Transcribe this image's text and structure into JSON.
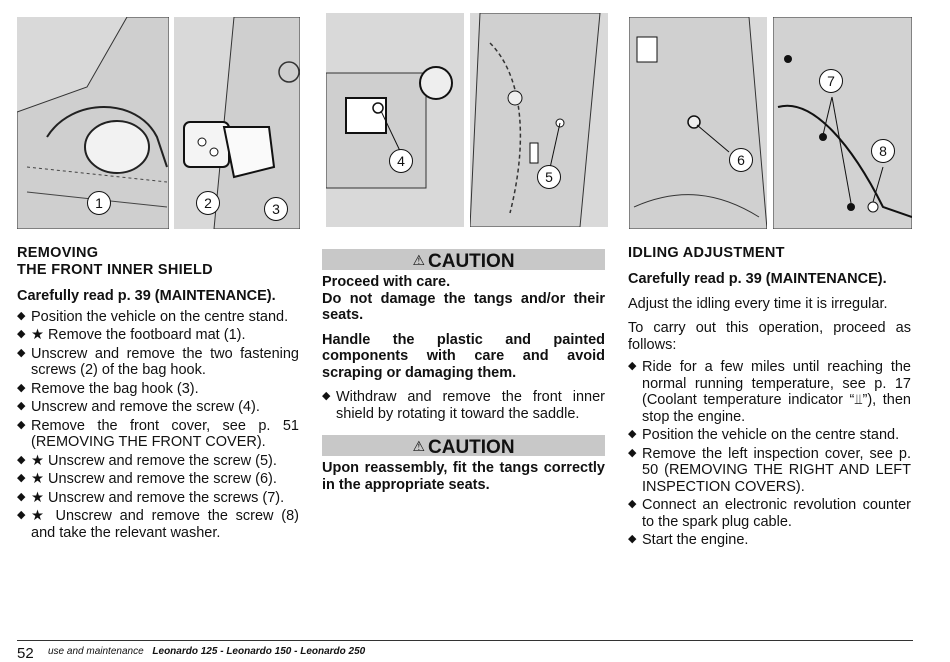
{
  "figures": {
    "callouts": [
      "1",
      "2",
      "3",
      "4",
      "5",
      "6",
      "7",
      "8"
    ]
  },
  "col1": {
    "heading_line1": "REMOVING",
    "heading_line2": "THE FRONT INNER SHIELD",
    "subheading": "Carefully read p. 39 (MAINTENANCE).",
    "bullets": [
      "Position the vehicle on the centre stand.",
      "★ Remove the footboard mat (1).",
      "Unscrew and remove the two fastening screws (2) of the bag hook.",
      "Remove the bag hook (3).",
      "Unscrew and remove the screw (4).",
      "Remove the front cover, see p. 51 (REMOVING THE FRONT COVER).",
      "★ Unscrew and remove the screw (5).",
      "★ Unscrew and remove the screw (6).",
      "★ Unscrew and remove the screws (7).",
      "★ Unscrew and remove the screw (8) and take the relevant washer."
    ]
  },
  "col2": {
    "caution1_label": "CAUTION",
    "caution1_line1": "Proceed with care.",
    "caution1_line2": "Do not damage the tangs and/or their seats.",
    "caution1_line3": "Handle the plastic and painted components with care and avoid scraping or damaging them.",
    "bullets": [
      "Withdraw and remove the front inner shield by rotating it toward the saddle."
    ],
    "caution2_label": "CAUTION",
    "caution2_text": "Upon reassembly, fit the tangs correctly in the appropriate seats."
  },
  "col3": {
    "heading": "IDLING ADJUSTMENT",
    "subheading": "Carefully read p. 39 (MAINTENANCE).",
    "para1": "Adjust the idling every time it is irregular.",
    "para2": "To carry out this operation, proceed as follows:",
    "bullets": [
      "Ride for a few miles until reaching the normal running temperature, see p. 17 (Coolant temperature indicator “⫫”), then stop the engine.",
      "Position the vehicle on the centre stand.",
      "Remove the left inspection cover, see p. 50 (REMOVING THE RIGHT AND LEFT INSPECTION COVERS).",
      "Connect an electronic revolution counter to the spark plug cable.",
      "Start the engine."
    ]
  },
  "footer": {
    "page_number": "52",
    "manual_type": "use and maintenance",
    "models": "Leonardo 125 - Leonardo 150 - Leonardo 250"
  }
}
